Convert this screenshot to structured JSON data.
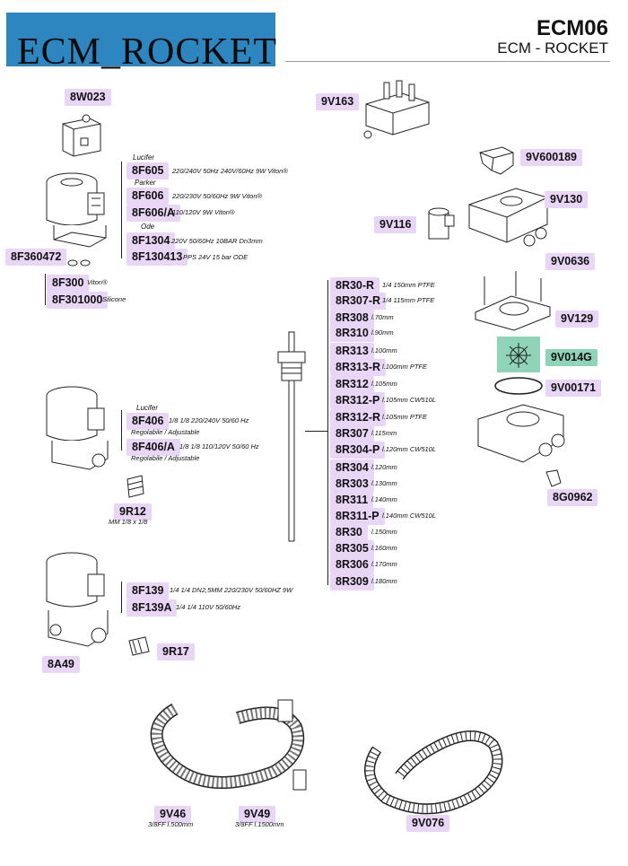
{
  "header": {
    "brand": "ECM_ROCKET",
    "code": "ECM06",
    "subtitle": "ECM - ROCKET"
  },
  "colors": {
    "brand_box": "#2e86c1",
    "tag_bg": "#e9d5f5",
    "highlight": "#8fd3b8"
  },
  "parts": {
    "p8W023": "8W023",
    "p9V163": "9V163",
    "p8F605": "8F605",
    "d8F605": "220/240V 50Hz 240V/60Hz 9W Viton®",
    "p8F606": "8F606",
    "d8F606": "220/230V 50/60Hz 9W Viton®",
    "p8F606A": "8F606/A",
    "d8F606A": "110/120V 9W Viton®",
    "p8F1304": "8F1304",
    "d8F1304": "220V 50/60Hz 10BAR Dn3mm",
    "p8F130413": "8F130413",
    "d8F130413": "PPS 24V 15 bar  ODE",
    "p8F360472": "8F360472",
    "p8F300": "8F300",
    "d8F300": "Viton®",
    "p8F301000": "8F301000",
    "d8F301000": "Silicone",
    "p9V600189": "9V600189",
    "p9V130": "9V130",
    "p9V116": "9V116",
    "p9V0636": "9V0636",
    "p9V129": "9V129",
    "p9V014G": "9V014G",
    "p9V00171": "9V00171",
    "p8G0962": "8G0962",
    "p8F406": "8F406",
    "d8F406a": "1/8 1/8 220/240V 50/60 Hz",
    "d8F406b": "Regolabile / Adjustable",
    "p8F406A": "8F406/A",
    "d8F406Aa": "1/8 1/8 110/120V 50/60 Hz",
    "d8F406Ab": "Regolabile / Adjustable",
    "p9R12": "9R12",
    "d9R12": "MM 1/8 x 1/8",
    "p8F139": "8F139",
    "d8F139": "1/4 1/4 DN2,5MM 220/230V 50/60HZ 9W",
    "p8F139A": "8F139A",
    "d8F139A": "1/4 1/4 110V 50/60Hz",
    "p9R17": "9R17",
    "p8A49": "8A49",
    "p9V46": "9V46",
    "d9V46": "3/8FF l.500mm",
    "p9V49": "9V49",
    "d9V49": "3/8FF l.1500mm",
    "p9V076": "9V076"
  },
  "brands": {
    "lucifer": "Lucifer",
    "parker": "Parker",
    "ode": "Ode"
  },
  "probes": [
    {
      "code": "8R30-R",
      "desc": "1/4 150mm PTFE"
    },
    {
      "code": "8R307-R",
      "desc": "1/4 115mm PTFE"
    },
    {
      "code": "8R308",
      "desc": "l.70mm"
    },
    {
      "code": "8R310",
      "desc": "l.90mm"
    },
    {
      "code": "8R313",
      "desc": "l.100mm"
    },
    {
      "code": "8R313-R",
      "desc": "l.100mm PTFE"
    },
    {
      "code": "8R312",
      "desc": "l.105mm"
    },
    {
      "code": "8R312-P",
      "desc": "l.105mm CW510L"
    },
    {
      "code": "8R312-R",
      "desc": "l.105mm PTFE"
    },
    {
      "code": "8R307",
      "desc": "l.115mm"
    },
    {
      "code": "8R304-P",
      "desc": "l.120mm CW510L"
    },
    {
      "code": "8R304",
      "desc": "l.120mm"
    },
    {
      "code": "8R303",
      "desc": "l.130mm"
    },
    {
      "code": "8R311",
      "desc": "l.140mm"
    },
    {
      "code": "8R311-P",
      "desc": "l.140mm CW510L"
    },
    {
      "code": "8R30",
      "desc": "l.150mm"
    },
    {
      "code": "8R305",
      "desc": "l.160mm"
    },
    {
      "code": "8R306",
      "desc": "l.170mm"
    },
    {
      "code": "8R309",
      "desc": "l.180mm"
    }
  ]
}
